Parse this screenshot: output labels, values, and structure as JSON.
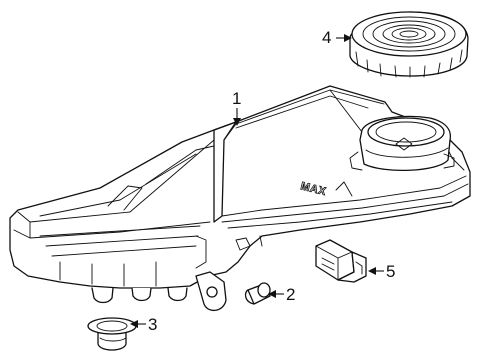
{
  "callouts": {
    "reservoir": "1",
    "plug": "2",
    "grommet": "3",
    "cap": "4",
    "sensor": "5"
  },
  "embossed_marking": "MAX"
}
